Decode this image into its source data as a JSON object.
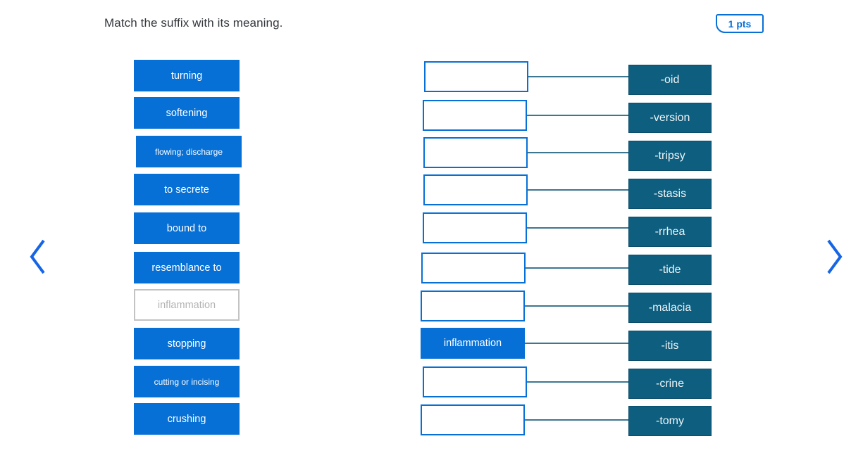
{
  "header": {
    "title": "Match the suffix with its meaning.",
    "points": "1 pts"
  },
  "nav": {
    "prev_icon": "chevron-left",
    "next_icon": "chevron-right"
  },
  "rows": [
    {
      "meaning": "turning",
      "answer": "",
      "suffix": "-oid"
    },
    {
      "meaning": "softening",
      "answer": "",
      "suffix": "-version"
    },
    {
      "meaning": "flowing; discharge",
      "answer": "",
      "suffix": "-tripsy"
    },
    {
      "meaning": "to secrete",
      "answer": "",
      "suffix": "-stasis"
    },
    {
      "meaning": "bound to",
      "answer": "",
      "suffix": "-rrhea"
    },
    {
      "meaning": "resemblance to",
      "answer": "",
      "suffix": "-tide"
    },
    {
      "meaning": "inflammation",
      "meaning_state": "used",
      "answer": "",
      "suffix": "-malacia"
    },
    {
      "meaning": "stopping",
      "answer": "inflammation",
      "answer_state": "filled",
      "suffix": "-itis"
    },
    {
      "meaning": "cutting or incising",
      "answer": "",
      "suffix": "-crine"
    },
    {
      "meaning": "crushing",
      "answer": "",
      "suffix": "-tomy"
    }
  ],
  "colors": {
    "brand_blue": "#0770d6",
    "suffix_teal": "#0e5e7f",
    "connector_line": "#3d7690",
    "disabled_border": "#c3c3c3",
    "disabled_text": "#b3b3b3",
    "title_text": "#33383d"
  }
}
